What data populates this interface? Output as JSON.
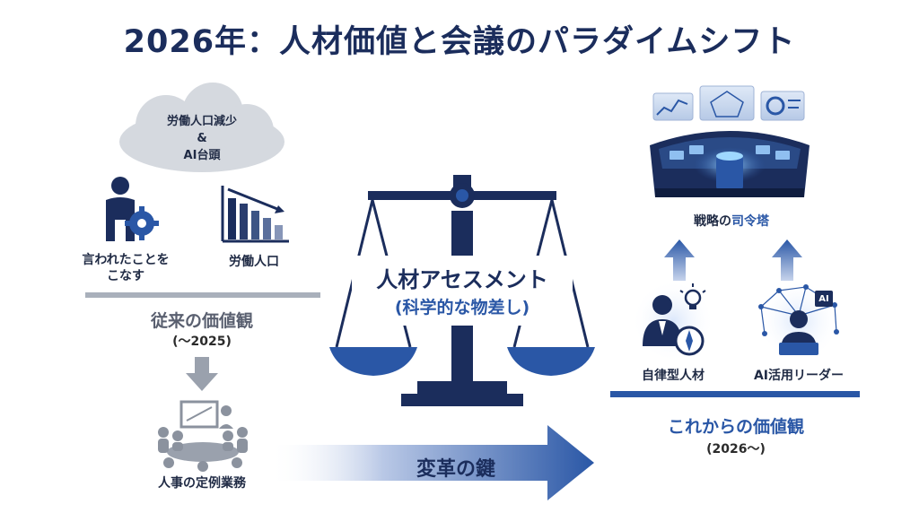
{
  "title": "2026年：人材価値と会議のパラダイムシフト",
  "left": {
    "cloud_line1": "労働人口減少",
    "cloud_line2": "&",
    "cloud_line3": "AI台頭",
    "item1_line1": "言われたことを",
    "item1_line2": "こなす",
    "item2": "労働人口",
    "heading": "従来の価値観",
    "period": "(〜2025)",
    "bottom_label": "人事の定例業務"
  },
  "center": {
    "title": "人材アセスメント",
    "subtitle": "(科学的な物差し)",
    "arrow_label": "変革の鍵"
  },
  "right": {
    "hq_prefix": "戦略の",
    "hq_accent": "司令塔",
    "item1": "自律型人材",
    "item2": "AI活用リーダー",
    "heading": "これからの価値観",
    "period": "(2026〜)",
    "ai_badge": "AI"
  },
  "colors": {
    "navy": "#1b2d5c",
    "blue": "#2a57a6",
    "gray": "#9aa1ad",
    "divider_left": "#a9b0bb",
    "divider_right": "#2a57a6"
  }
}
